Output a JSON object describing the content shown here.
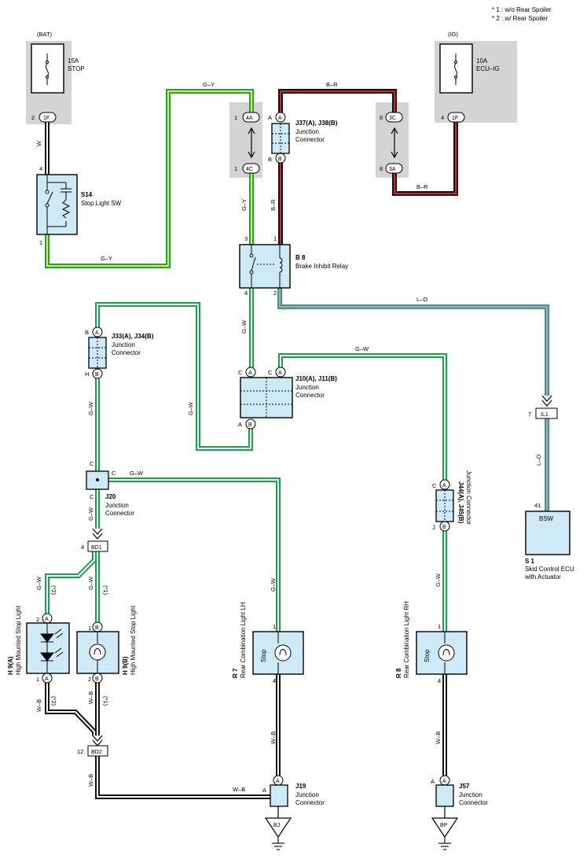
{
  "notes": [
    "* 1 : w/o Rear Spoiler",
    "* 2 : w/ Rear Spoiler"
  ],
  "colors": {
    "G-Y": {
      "outer": "#16a34a",
      "inner": "#f5e84a"
    },
    "G-W": {
      "outer": "#16a34a",
      "inner": "#ffffff"
    },
    "B-R": {
      "outer": "#111111",
      "inner": "#e02020"
    },
    "L-O": {
      "outer": "#1e9ad6",
      "inner": "#f29a2e"
    },
    "W-B": {
      "outer": "#111111",
      "inner": "#ffffff"
    },
    "W": {
      "outer": "#111111",
      "inner": "#ffffff"
    },
    "component_fill": "#cfeaf7",
    "fuse_box": "#d4d4d4"
  },
  "power": {
    "bat": {
      "label": "(BAT)",
      "fuse": "15A",
      "name": "STOP",
      "pin": "2",
      "conn": "1F"
    },
    "ig": {
      "label": "(IG)",
      "fuse": "10A",
      "name": "ECU–IG",
      "pin": "4",
      "conn": "1F"
    }
  },
  "splices": {
    "c4a": {
      "pin": "1",
      "id": "4A"
    },
    "c4c": {
      "pin": "1",
      "id": "4C"
    },
    "c3c": {
      "pin": "8",
      "id": "3C"
    },
    "c3a": {
      "pin": "8",
      "id": "3A"
    }
  },
  "components": {
    "s14": {
      "code": "S14",
      "name": "Stop Light SW",
      "pin_top": "4",
      "pin_bot": "1"
    },
    "j37": {
      "code": "J37(A), J38(B)",
      "l1": "Junction",
      "l2": "Connector",
      "pa": "A",
      "pb": "B",
      "ca": "A",
      "cb": "B"
    },
    "b8": {
      "code": "B 8",
      "name": "Brake Inhibit Relay",
      "p3": "3",
      "p1": "1",
      "p4": "4",
      "p2": "2"
    },
    "j33": {
      "code": "J33(A), J34(B)",
      "l1": "Junction",
      "l2": "Connector",
      "pa": "B",
      "ca": "A",
      "pb": "H",
      "cb": "B"
    },
    "j10": {
      "code": "J10(A), J11(B)",
      "l1": "Junction",
      "l2": "Connector",
      "p1": "C",
      "c1": "A",
      "p2": "C",
      "c2": "A",
      "p3": "A",
      "c3": "B"
    },
    "j20": {
      "code": "J20",
      "l1": "Junction",
      "l2": "Connector",
      "pt": "C",
      "pr": "C",
      "pb": "C"
    },
    "j44": {
      "code": "J44(A), J45(B)",
      "name": "Junction Connector",
      "pa": "C",
      "ca": "A",
      "pb": "J",
      "cb": "B"
    },
    "s1": {
      "label": "BSW",
      "code": "S 1",
      "l1": "Skid Control ECU",
      "l2": "with Actuator",
      "pin": "41"
    },
    "il1": {
      "pin": "7",
      "id": "IL1"
    },
    "bd1": {
      "pin": "4",
      "id": "BD1"
    },
    "bd2": {
      "pin": "12",
      "id": "BD2"
    },
    "h9a": {
      "code": "H 9(A)",
      "name": "High Mounted Stop Light",
      "pt": "2",
      "ct": "A",
      "pb": "1",
      "cb": "A"
    },
    "h9b": {
      "code": "H 9(B)",
      "name": "High Mounted Stop Light",
      "pt": "1",
      "ct": "B",
      "pb": "2",
      "cb": "B"
    },
    "r7": {
      "code": "R 7",
      "name": "Rear Combination Light LH",
      "stop": "Stop",
      "pt": "1",
      "pb": "4"
    },
    "r8": {
      "code": "R 8",
      "name": "Rear Combination Light RH",
      "stop": "Stop",
      "pt": "1",
      "pb": "4"
    },
    "j19": {
      "code": "J19",
      "l1": "Junction",
      "l2": "Connector",
      "pin": "A",
      "ca": "A"
    },
    "j57": {
      "code": "J57",
      "l1": "Junction",
      "l2": "Connector",
      "pin": "A",
      "ca": "A"
    },
    "bj": {
      "id": "BJ"
    },
    "bp": {
      "id": "BP"
    }
  },
  "wires": {
    "w1": "W",
    "gy1": "G–Y",
    "gy2": "G–Y",
    "gy3": "G–Y",
    "br1": "B–R",
    "br2": "B–R",
    "br3": "B–R",
    "lo1": "L–O",
    "lo2": "L–O",
    "gw1": "G–W",
    "gw2": "G–W",
    "gw3": "G–W",
    "gw4": "G–W",
    "gw5": "G–W",
    "gw6": "G–W",
    "gw7": "G–W",
    "gw8": "G–W",
    "gw9": "G–W",
    "gw10": "G–W",
    "wb1": "W–B",
    "wb2": "W–B",
    "wb3": "W–B",
    "wb4": "W–B",
    "wb5": "W–B",
    "wb6": "W–B",
    "star2a": "(*2)",
    "star1a": "(*1)",
    "star2b": "(*2)",
    "star1b": "(*1)"
  }
}
